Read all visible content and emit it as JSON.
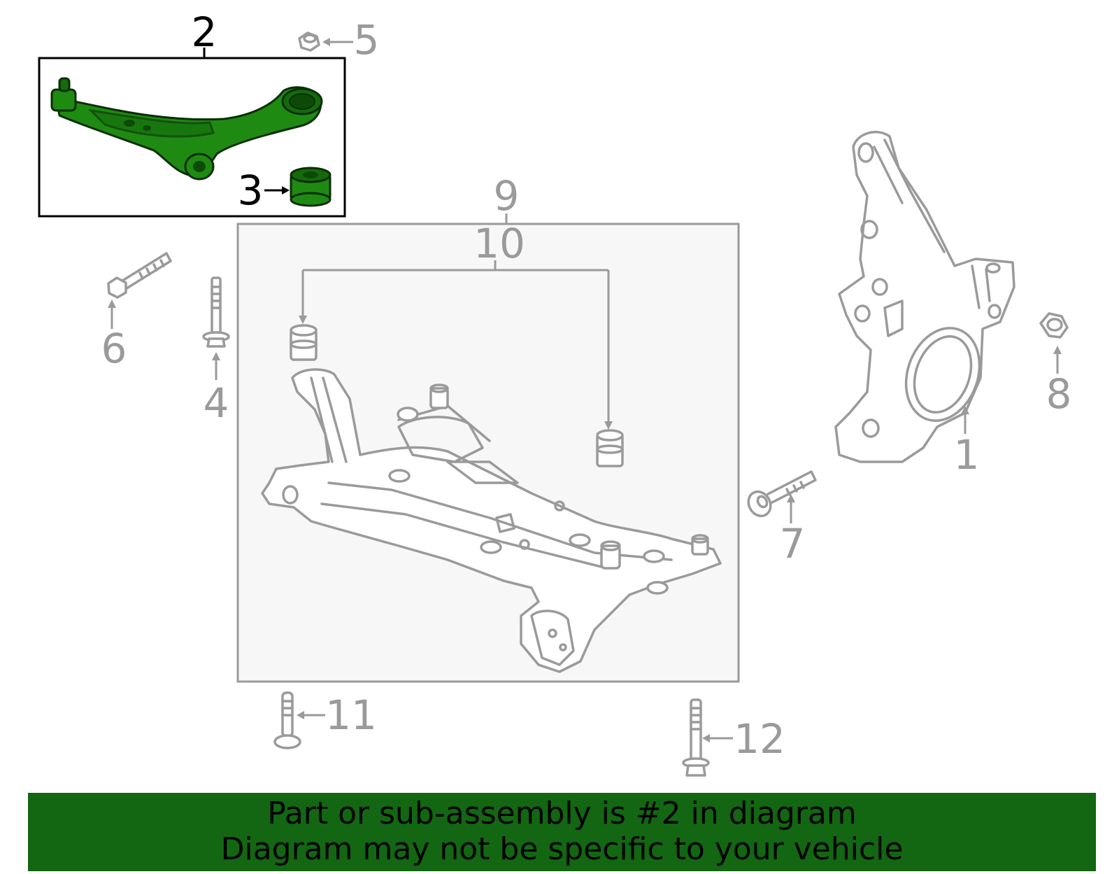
{
  "callouts": {
    "c1": "1",
    "c2": "2",
    "c3": "3",
    "c4": "4",
    "c5": "5",
    "c6": "6",
    "c7": "7",
    "c8": "8",
    "c9": "9",
    "c10": "10",
    "c11": "11",
    "c12": "12"
  },
  "highlighted_part": "2",
  "colors": {
    "highlight_fill": "#1f8a12",
    "banner_background": "#136612",
    "line_gray": "#9a9a9a"
  },
  "banner": {
    "line1": "Part or sub-assembly is #2 in diagram",
    "line2": "Diagram may not be specific to your vehicle"
  }
}
